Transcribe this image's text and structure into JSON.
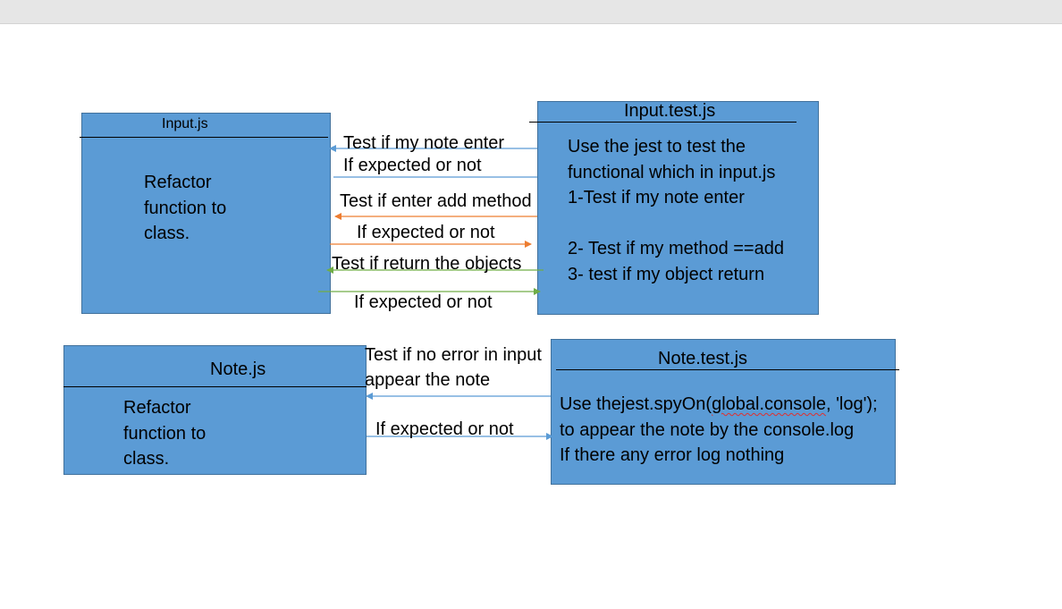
{
  "colors": {
    "box_fill": "#5b9bd5",
    "box_border": "#41719c",
    "arrow_blue": "#5b9bd5",
    "arrow_orange": "#ed7d31",
    "arrow_green": "#70ad47"
  },
  "input_box": {
    "title": "Input.js",
    "body": [
      "Refactor",
      "function to",
      "class."
    ]
  },
  "input_test_box": {
    "title": "Input.test.js",
    "body": [
      "Use the jest to test the",
      "functional which in input.js",
      "1-Test if my note enter",
      "",
      "2- Test if my method ==add",
      "3- test if my object return"
    ]
  },
  "note_box": {
    "title": "Note.js",
    "body": [
      "Refactor",
      "function to",
      "class."
    ]
  },
  "note_test_box": {
    "title": "Note.test.js",
    "body": {
      "line1_pre": "Use thejest.spyOn(",
      "line1_squiggle": "global.console",
      "line1_post": ", 'log');",
      "line2": "to appear the note by the console.log",
      "line3": "If there any error log  nothing"
    }
  },
  "arrow_labels": {
    "a1": "Test if my note enter",
    "a2": "If expected or not",
    "a3": "Test if enter add method",
    "a4": "If expected or not",
    "a5": "Test if return the objects",
    "a6": "If expected or not",
    "b1_line1": "Test if no error in input",
    "b1_line2": "appear the note",
    "b2": "If expected or not"
  }
}
